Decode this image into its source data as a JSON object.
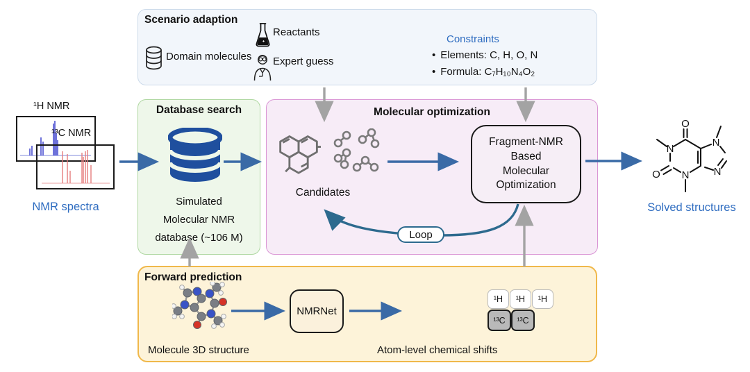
{
  "colors": {
    "accent_blue_text": "#2e6cc0",
    "arrow_blue": "#3a6aa6",
    "arrow_gray": "#a3a3a3",
    "loop_teal": "#2d6a8e",
    "database_icon_blue": "#1f4f9e",
    "scenario_panel_bg": "#f2f6fb",
    "database_panel_bg": "#eef7ea",
    "optimization_panel_bg": "#f7ecf7",
    "forward_panel_bg": "#fdf3d9",
    "forward_panel_border": "#f0b84a",
    "optimization_panel_border": "#da96d5",
    "database_panel_border": "#aed7a0",
    "h_spectrum_color": "#4a4fd0",
    "c_spectrum_color": "#e57d7d"
  },
  "scenario": {
    "title": "Scenario adaption",
    "domain_molecules_label": "Domain molecules",
    "reactants_label": "Reactants",
    "expert_guess_label": "Expert guess",
    "constraints_title": "Constraints",
    "constraint_elements": "Elements: C, H, O, N",
    "constraint_formula": "Formula: C₇H₁₀N₄O₂"
  },
  "nmr_input": {
    "h_label": "¹H NMR",
    "c_label": "¹³C NMR",
    "caption": "NMR spectra"
  },
  "database": {
    "title": "Database search",
    "caption_lines": [
      "Simulated",
      "Molecular NMR",
      "database (~106 M)"
    ]
  },
  "optimization": {
    "title": "Molecular optimization",
    "candidates_label": "Candidates",
    "fragment_lines": [
      "Fragment-NMR",
      "Based",
      "Molecular",
      "Optimization"
    ],
    "loop_label": "Loop"
  },
  "forward": {
    "title": "Forward prediction",
    "molecule_caption": "Molecule 3D structure",
    "model_label": "NMRNet",
    "h_chips": [
      "¹H",
      "¹H",
      "¹H"
    ],
    "c_chips": [
      "¹³C",
      "¹³C"
    ],
    "shifts_caption": "Atom-level chemical shifts"
  },
  "output": {
    "caption": "Solved structures",
    "atom_labels": {
      "n": "N",
      "o": "O"
    }
  }
}
